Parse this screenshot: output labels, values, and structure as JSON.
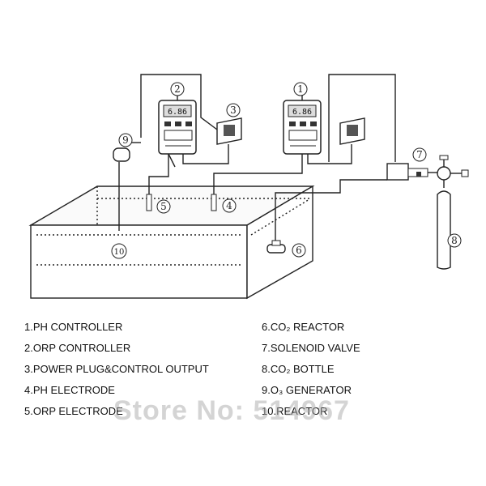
{
  "legend_left": [
    "1.PH CONTROLLER",
    "2.ORP CONTROLLER",
    "3.POWER PLUG&CONTROL OUTPUT",
    "4.PH ELECTRODE",
    "5.ORP ELECTRODE"
  ],
  "legend_right": [
    "6.CO₂ REACTOR",
    "7.SOLENOID VALVE",
    "8.CO₂ BOTTLE",
    "9.O₃ GENERATOR",
    "10.REACTOR"
  ],
  "watermark": "Store No: 514967",
  "markers": {
    "m1": "1",
    "m2": "2",
    "m3": "3",
    "m4": "4",
    "m5": "5",
    "m6": "6",
    "m7": "7",
    "m8": "8",
    "m9": "9",
    "m10": "10"
  },
  "display_reading": "6.86"
}
